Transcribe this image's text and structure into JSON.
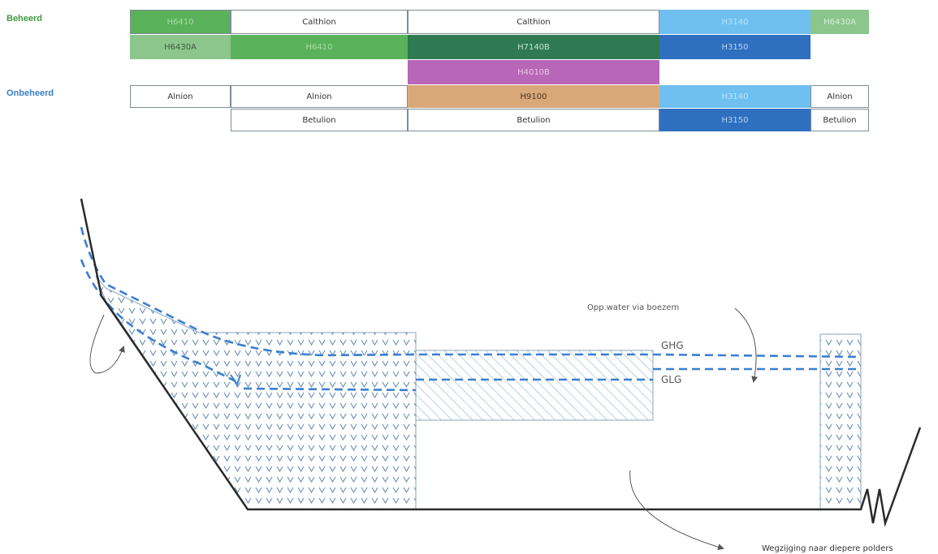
{
  "rows": {
    "beheerd": {
      "label": "Beheerd",
      "color": "#3f9a3f"
    },
    "onbeheerd": {
      "label": "Onbeheerd",
      "color": "#3a7fc6"
    }
  },
  "habitat_table": [
    {
      "id": "b1c1",
      "text": "H6410",
      "bg": "#5ab25a",
      "fg": "#a9dca9"
    },
    {
      "id": "b1c2",
      "text": "Calthion",
      "bg": "#ffffff",
      "fg": "#333333"
    },
    {
      "id": "b1c3",
      "text": "Calthion",
      "bg": "#ffffff",
      "fg": "#333333"
    },
    {
      "id": "b1c4",
      "text": "H3140",
      "bg": "#6fc0f0",
      "fg": "#b9e4fb"
    },
    {
      "id": "b1c5",
      "text": "H6430A",
      "bg": "#8cc68c",
      "fg": "#d6efd6"
    },
    {
      "id": "b2c1",
      "text": "H6430A",
      "bg": "#8cc68c",
      "fg": "#3d5a3d"
    },
    {
      "id": "b2c2",
      "text": "H6410",
      "bg": "#5ab25a",
      "fg": "#a9dca9"
    },
    {
      "id": "b2c3",
      "text": "H7140B",
      "bg": "#2f7a52",
      "fg": "#bfe5d2"
    },
    {
      "id": "b2c4",
      "text": "H3150",
      "bg": "#2f6fbf",
      "fg": "#b7d4f5"
    },
    {
      "id": "b3c3",
      "text": "H4010B",
      "bg": "#b866b8",
      "fg": "#ebc6eb"
    },
    {
      "id": "o1c1",
      "text": "Alnion",
      "bg": "#ffffff",
      "fg": "#333333"
    },
    {
      "id": "o1c2",
      "text": "Alnion",
      "bg": "#ffffff",
      "fg": "#333333"
    },
    {
      "id": "o1c3",
      "text": "H9100",
      "bg": "#d9a878",
      "fg": "#4a3520"
    },
    {
      "id": "o1c4",
      "text": "H3140",
      "bg": "#6fc0f0",
      "fg": "#b9e4fb"
    },
    {
      "id": "o1c5",
      "text": "Alnion",
      "bg": "#ffffff",
      "fg": "#333333"
    },
    {
      "id": "o2c2",
      "text": "Betulion",
      "bg": "#ffffff",
      "fg": "#333333"
    },
    {
      "id": "o2c3",
      "text": "Betulion",
      "bg": "#ffffff",
      "fg": "#333333"
    },
    {
      "id": "o2c4",
      "text": "H3150",
      "bg": "#2f6fbf",
      "fg": "#b7d4f5"
    },
    {
      "id": "o2c5",
      "text": "Betulion",
      "bg": "#ffffff",
      "fg": "#333333"
    }
  ],
  "diagram": {
    "labels": {
      "ghg": "GHG",
      "glg": "GLG",
      "surface_water": "Opp.water via boezem",
      "seepage": "Wegzijging naar diepere polders"
    },
    "colors": {
      "terrain": "#2b2b2b",
      "water_level": "#3a7fd0",
      "vegetation": "#6a8fb5",
      "hatch": "#8fb5cf",
      "arrow": "#555555"
    }
  }
}
